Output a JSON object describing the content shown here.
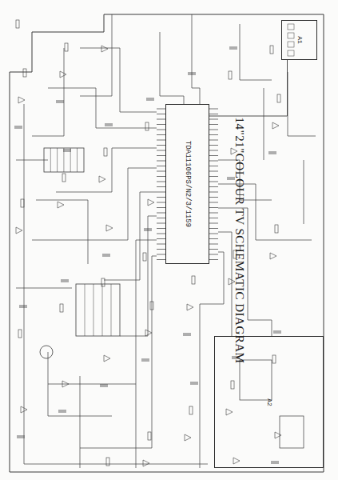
{
  "diagram": {
    "title": "14\"21\"COLOUR TV SCHEMATIC DIAGRAM",
    "nodes": [
      {
        "text": [
          "TDA11106PS/N2/3/1159"
        ]
      },
      {
        "text": [
          "A1"
        ]
      },
      {
        "text": [
          "A2"
        ]
      }
    ],
    "edges": [
      {
        "from": 0,
        "to": 1,
        "arrow": "none"
      }
    ]
  }
}
